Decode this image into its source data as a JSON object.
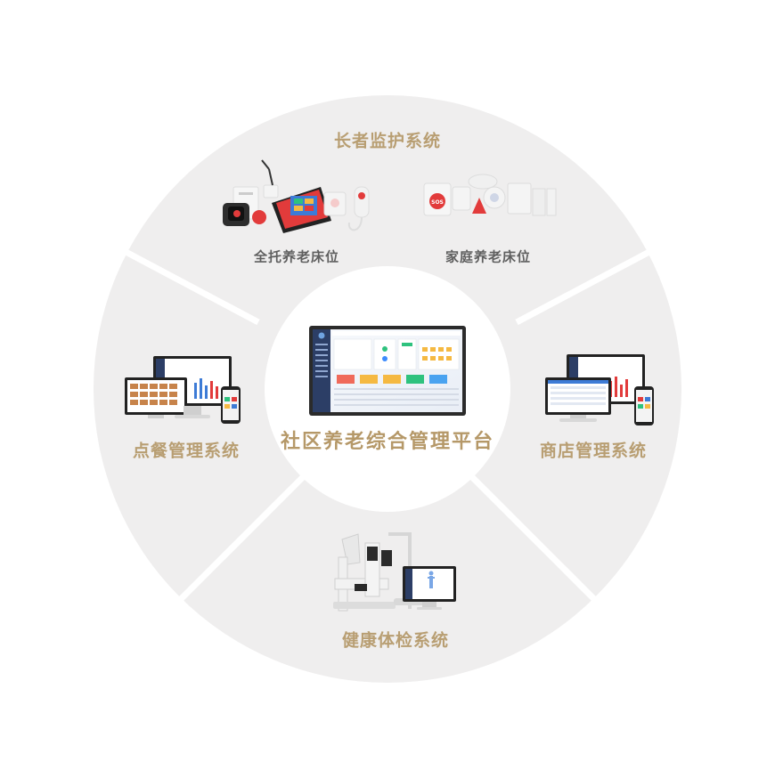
{
  "center": {
    "label": "社区养老综合管理平台"
  },
  "segments": {
    "top": {
      "label": "长者监护系统",
      "sub_left": "全托养老床位",
      "sub_right": "家庭养老床位"
    },
    "left": {
      "label": "点餐管理系统"
    },
    "right": {
      "label": "商店管理系统"
    },
    "bottom": {
      "label": "健康体检系统"
    }
  },
  "devices": {
    "sos_label": "SOS"
  },
  "colors": {
    "ring": "#efeeee",
    "ring_stroke": "#ffffff",
    "accent_gold": "#b89e72",
    "sub_text": "#5f5f5f",
    "screen_dark": "#2c3e66",
    "alert_red": "#e23b3b"
  }
}
